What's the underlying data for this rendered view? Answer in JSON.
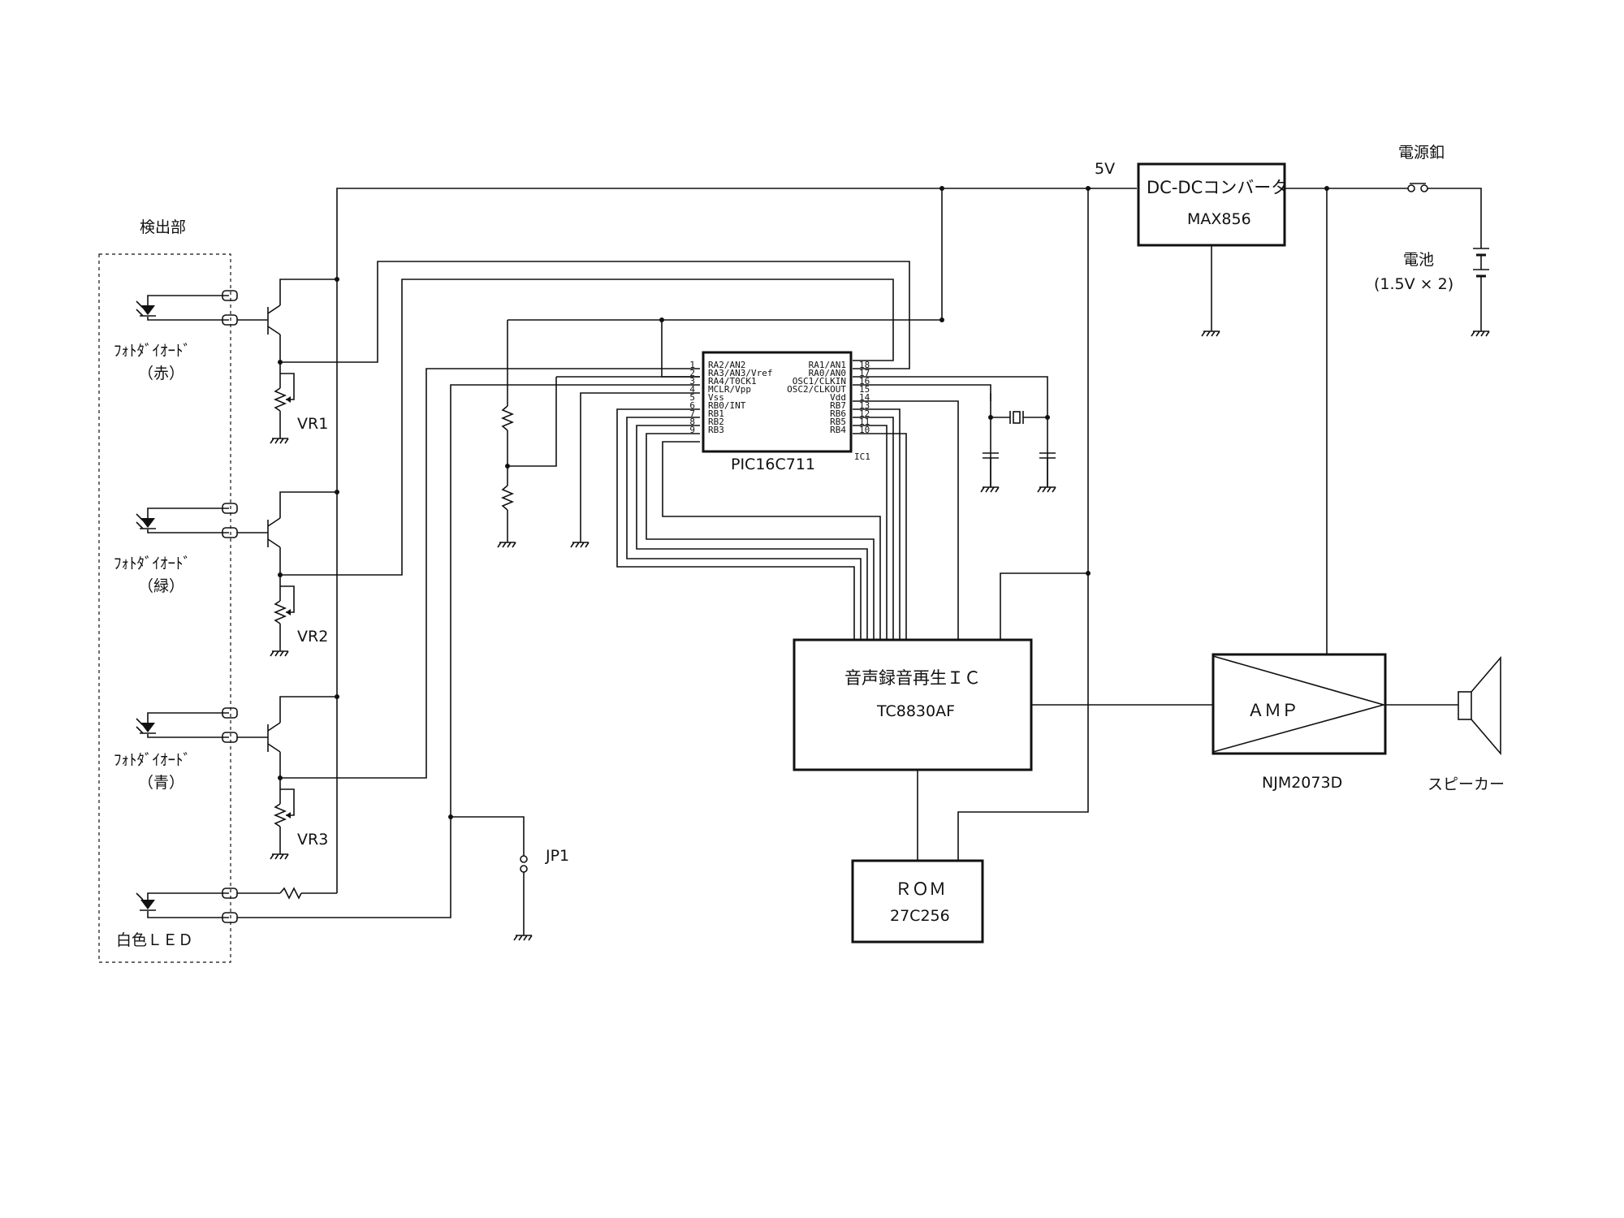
{
  "section": {
    "detector_label": "検出部",
    "white_led_label": "白色ＬＥＤ"
  },
  "photodiodes": [
    {
      "label": "ﾌｫﾄﾀﾞｲｵｰﾄﾞ",
      "color": "（赤）",
      "vr": "VR1"
    },
    {
      "label": "ﾌｫﾄﾀﾞｲｵｰﾄﾞ",
      "color": "（緑）",
      "vr": "VR2"
    },
    {
      "label": "ﾌｫﾄﾀﾞｲｵｰﾄﾞ",
      "color": "（青）",
      "vr": "VR3"
    }
  ],
  "jumper": "JP1",
  "mcu": {
    "name": "PIC16C711",
    "ref": "IC1",
    "left_pins": [
      {
        "num": "1",
        "name": "RA2/AN2"
      },
      {
        "num": "2",
        "name": "RA3/AN3/Vref"
      },
      {
        "num": "3",
        "name": "RA4/T0CK1"
      },
      {
        "num": "4",
        "name": "MCLR/Vpp"
      },
      {
        "num": "5",
        "name": "Vss"
      },
      {
        "num": "6",
        "name": "RB0/INT"
      },
      {
        "num": "7",
        "name": "RB1"
      },
      {
        "num": "8",
        "name": "RB2"
      },
      {
        "num": "9",
        "name": "RB3"
      }
    ],
    "right_pins": [
      {
        "num": "18",
        "name": "RA1/AN1"
      },
      {
        "num": "17",
        "name": "RA0/AN0"
      },
      {
        "num": "16",
        "name": "OSC1/CLKIN"
      },
      {
        "num": "15",
        "name": "OSC2/CLKOUT"
      },
      {
        "num": "14",
        "name": "Vdd"
      },
      {
        "num": "13",
        "name": "RB7"
      },
      {
        "num": "12",
        "name": "RB6"
      },
      {
        "num": "11",
        "name": "RB5"
      },
      {
        "num": "10",
        "name": "RB4"
      }
    ]
  },
  "power": {
    "rail": "5V",
    "converter_title": "DC-DCコンバータ",
    "converter_part": "MAX856",
    "switch": "電源釦",
    "battery": "電池",
    "battery_spec": "(1.5V × 2)"
  },
  "voice_ic": {
    "title": "音声録音再生ＩＣ",
    "part": "TC8830AF"
  },
  "rom": {
    "title": "ＲＯＭ",
    "part": "27C256"
  },
  "amp": {
    "title": "ＡＭＰ",
    "part": "NJM2073D"
  },
  "speaker": "スピーカー"
}
